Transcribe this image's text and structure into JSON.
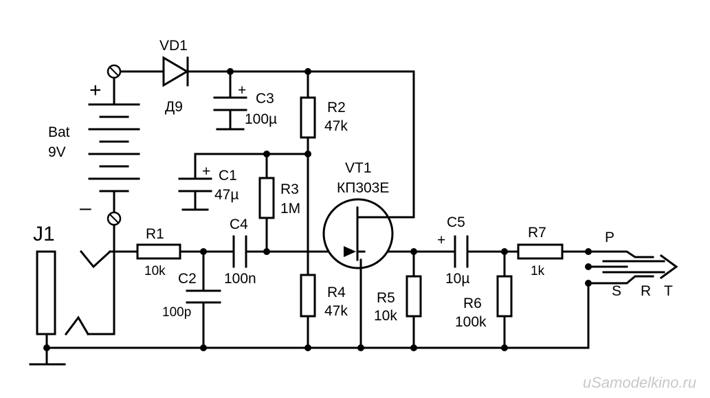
{
  "components": {
    "vd1": {
      "ref": "VD1",
      "value": "Д9"
    },
    "bat": {
      "ref": "Bat",
      "value": "9V",
      "plus": "+",
      "minus": "–"
    },
    "c3": {
      "ref": "C3",
      "value": "100µ",
      "polarity": "+"
    },
    "r2": {
      "ref": "R2",
      "value": "47k"
    },
    "c1": {
      "ref": "C1",
      "value": "47µ",
      "polarity": "+"
    },
    "r3": {
      "ref": "R3",
      "value": "1M"
    },
    "vt1": {
      "ref": "VT1",
      "value": "КП303Е"
    },
    "j1": {
      "ref": "J1"
    },
    "r1": {
      "ref": "R1",
      "value": "10k"
    },
    "c4": {
      "ref": "C4",
      "value": "100n"
    },
    "c2": {
      "ref": "C2",
      "value": "100p"
    },
    "r4": {
      "ref": "R4",
      "value": "47k"
    },
    "r5": {
      "ref": "R5",
      "value": "10k"
    },
    "c5": {
      "ref": "C5",
      "value": "10µ",
      "polarity": "+"
    },
    "r6": {
      "ref": "R6",
      "value": "100k"
    },
    "r7": {
      "ref": "R7",
      "value": "1k"
    }
  },
  "plug": {
    "p": "P",
    "s": "S",
    "r": "R",
    "t": "T"
  },
  "watermark": "uSamodelkino.ru"
}
